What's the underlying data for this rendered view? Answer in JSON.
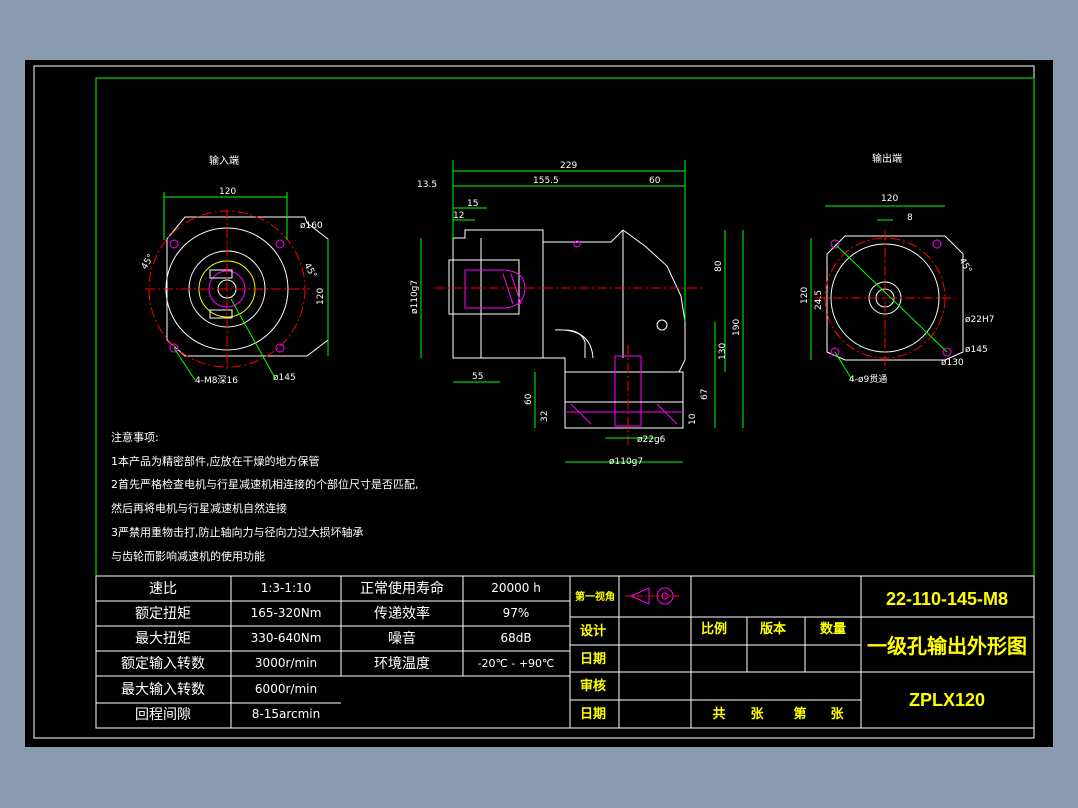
{
  "drawing": {
    "view_input_label": "输入端",
    "view_output_label": "输出端",
    "dims_side": {
      "d229": "229",
      "d13_5": "13.5",
      "d155_5": "155.5",
      "d60": "60",
      "d15": "15",
      "d12": "12",
      "d80": "80",
      "d190": "190",
      "d130": "130",
      "d67": "67",
      "d10": "10",
      "d55": "55",
      "d60b": "60",
      "d32": "32",
      "d110g7_v": "ø110g7",
      "d22g6": "ø22g6",
      "d110g7_h": "ø110g7"
    },
    "dims_input": {
      "d120_top": "120",
      "d160": "ø160",
      "d120_side": "120",
      "d145": "ø145",
      "d45": "45°",
      "d45b": "45°",
      "holes": "4-M8深16"
    },
    "dims_output": {
      "d120_top": "120",
      "d8": "8",
      "d120_side": "120",
      "d24_5": "24.5",
      "d45": "45°",
      "d22h7": "ø22H7",
      "d145": "ø145",
      "d130": "ø130",
      "holes": "4-ø9贯通"
    }
  },
  "notes": {
    "title": "注意事项:",
    "lines": [
      "1本产品为精密部件,应放在干燥的地方保管",
      "2首先严格检查电机与行星减速机相连接的个部位尺寸是否匹配,",
      "然后再将电机与行星减速机自然连接",
      "3严禁用重物击打,防止轴向力与径向力过大损坏轴承",
      "与齿轮而影响减速机的使用功能"
    ]
  },
  "spec_table": {
    "rows": [
      {
        "label": "速比",
        "value": "1:3-1:10",
        "label2": "正常使用寿命",
        "value2": "20000 h"
      },
      {
        "label": "额定扭矩",
        "value": "165-320Nm",
        "label2": "传递效率",
        "value2": "97%"
      },
      {
        "label": "最大扭矩",
        "value": "330-640Nm",
        "label2": "噪音",
        "value2": "68dB"
      },
      {
        "label": "额定输入转数",
        "value": "3000r/min",
        "label2": "环境温度",
        "value2": "-20℃ - +90℃"
      },
      {
        "label": "最大输入转数",
        "value": "6000r/min",
        "label2": "",
        "value2": ""
      },
      {
        "label": "回程间隙",
        "value": "8-15arcmin",
        "label2": "",
        "value2": ""
      }
    ]
  },
  "title_block": {
    "projection": "第一视角",
    "design": "设计",
    "date1": "日期",
    "review": "审核",
    "date2": "日期",
    "scale": "比例",
    "version": "版本",
    "quantity": "数量",
    "sheets_total": "共",
    "sheets_unit1": "张",
    "sheet_no": "第",
    "sheets_unit2": "张",
    "drawing_no": "22-110-145-M8",
    "drawing_title": "一级孔输出外形图",
    "model": "ZPLX120"
  },
  "colors": {
    "background": "#000000",
    "frame": "#00ff00",
    "part": "#ffffff",
    "center": "#ff0000",
    "hatch": "#ff00ff",
    "dimension": "#00ff00",
    "title_text": "#ffff00"
  }
}
